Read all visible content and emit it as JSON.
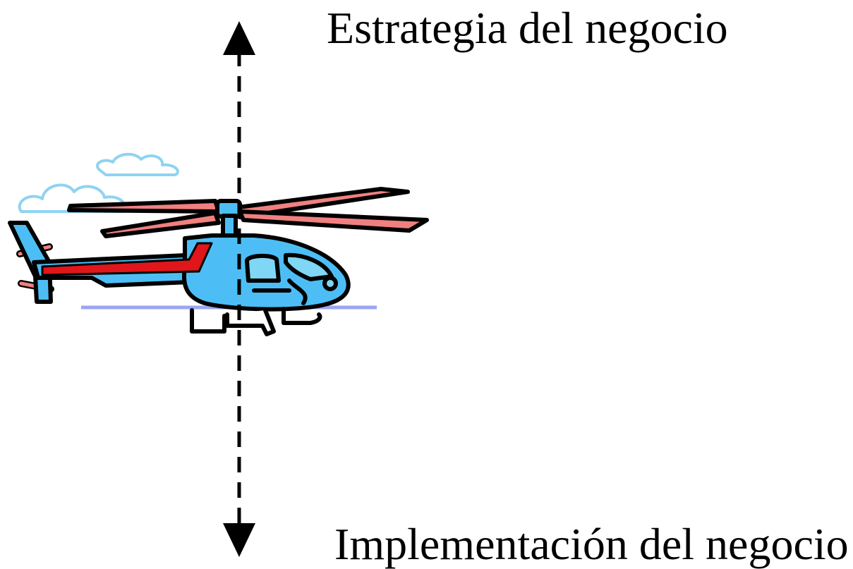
{
  "labels": {
    "top": "Estrategia del negocio",
    "bottom": "Implementación del negocio"
  },
  "colors": {
    "arrow": "#000000",
    "helicopter_body": "#4dbef5",
    "helicopter_stripe_red": "#e0161b",
    "rotor_blades": "#f08080",
    "cockpit": "#7fd6f5",
    "cloud_outline": "#8fd3f2",
    "ground_line": "#9aa6f0"
  },
  "icons": {
    "helicopter": "helicopter-illustration",
    "clouds": "cloud-icon"
  }
}
